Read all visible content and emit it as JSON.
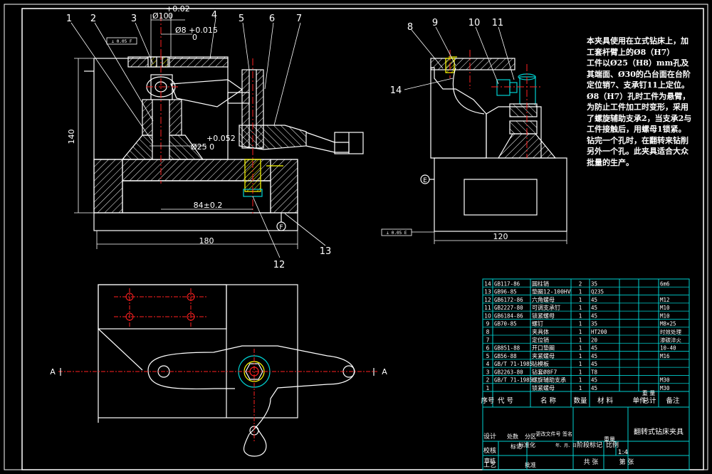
{
  "part_labels": [
    "1",
    "2",
    "3",
    "4",
    "5",
    "6",
    "7",
    "8",
    "9",
    "10",
    "11",
    "12",
    "13",
    "14"
  ],
  "dimensions": {
    "tol_upper_1": "+0.02",
    "dia_10": "Ø10",
    "zero_1": "0",
    "dia_8_tol": "Ø8 +0.015",
    "zero_2": "0",
    "dia_25_tol": "+0.052",
    "dia_25": "Ø25 0",
    "height_140": "140",
    "dist_84": "84±0.2",
    "width_180": "180",
    "width_120": "120",
    "datum_E": "E",
    "datum_F": "F",
    "perp_frame": "⊥ 0.05 F",
    "par_frame": "⊥ 0.05 E",
    "section_A1": "A",
    "section_A2": "A"
  },
  "notes": {
    "p1": "本夹具使用在立式钻床上，加工套杆臂上的Ø8（H7）",
    "p2": "工件以Ø25（H8）mm孔及其端面、Ø30的凸台面在台阶定位销7、支承钉11上定位。Ø8（H7）孔时工件为悬臂，为防止工件加工时变形，采用了螺旋辅助支承2，当支承2与工件接触后，用螺母1锁紧。",
    "p3": "钻完一个孔时，在翻转来钻削另外一个孔。此夹具适合大众批量的生产。"
  },
  "bom": {
    "rows": [
      [
        "14",
        "GB117-86",
        "圆柱销",
        "2",
        "35",
        "",
        "",
        "6m6"
      ],
      [
        "13",
        "GB96-85",
        "垫圈12-100HV",
        "1",
        "Q235",
        "",
        "",
        ""
      ],
      [
        "12",
        "GB6172-86",
        "六角螺母",
        "1",
        "45",
        "",
        "",
        "M12"
      ],
      [
        "11",
        "GB2227-80",
        "可调支承钉",
        "1",
        "45",
        "",
        "",
        "M10"
      ],
      [
        "10",
        "GB6184-86",
        "锁紧螺母",
        "1",
        "45",
        "",
        "",
        "M10"
      ],
      [
        "9",
        "GB70-85",
        "螺钉",
        "1",
        "35",
        "",
        "",
        "M8×25"
      ],
      [
        "8",
        "",
        "夹具体",
        "1",
        "HT200",
        "",
        "",
        "时效处理"
      ],
      [
        "7",
        "",
        "定位销",
        "1",
        "20",
        "",
        "",
        "渗碳淬火"
      ],
      [
        "6",
        "GB851-88",
        "开口垫圈",
        "1",
        "45",
        "",
        "",
        "10-40"
      ],
      [
        "5",
        "GB56-88",
        "夹紧螺母",
        "1",
        "45",
        "",
        "",
        "M16"
      ],
      [
        "4",
        "GB/T 71-1985",
        "钻模板",
        "1",
        "45",
        "",
        "",
        ""
      ],
      [
        "3",
        "GB2263-80",
        "钻套Ø8F7",
        "1",
        "T8",
        "",
        "",
        ""
      ],
      [
        "2",
        "GB/T 71-1985",
        "螺旋辅助支承",
        "1",
        "45",
        "",
        "",
        "M30"
      ],
      [
        "1",
        "",
        "锁紧螺母",
        "1",
        "45",
        "",
        "",
        "M30"
      ]
    ],
    "header": [
      "序号",
      "代 号",
      "名 称",
      "数量",
      "材 料",
      "单件",
      "总计",
      "备注"
    ],
    "header_weight": "重 量",
    "title": "翻转式钻床夹具",
    "scale_label": "比例",
    "scale": "1:4",
    "row_labels": {
      "designer": "设计",
      "checker": "校核",
      "approver": "审核",
      "process": "工艺",
      "approve": "批准",
      "std": "标准化",
      "mark": "标记",
      "count": "处数",
      "zone": "分区",
      "change": "更改文件号",
      "sign": "签名",
      "date": "年、月、日",
      "stage": "阶段标记",
      "weight": "重量",
      "sheets": "共 张",
      "sheet": "第 张"
    }
  },
  "colors": {
    "bg": "#000000",
    "line": "#ffffff",
    "red": "#ff2020",
    "hatch": "#ffffff",
    "cyan": "#00d0d0",
    "yellow": "#ffff00"
  }
}
